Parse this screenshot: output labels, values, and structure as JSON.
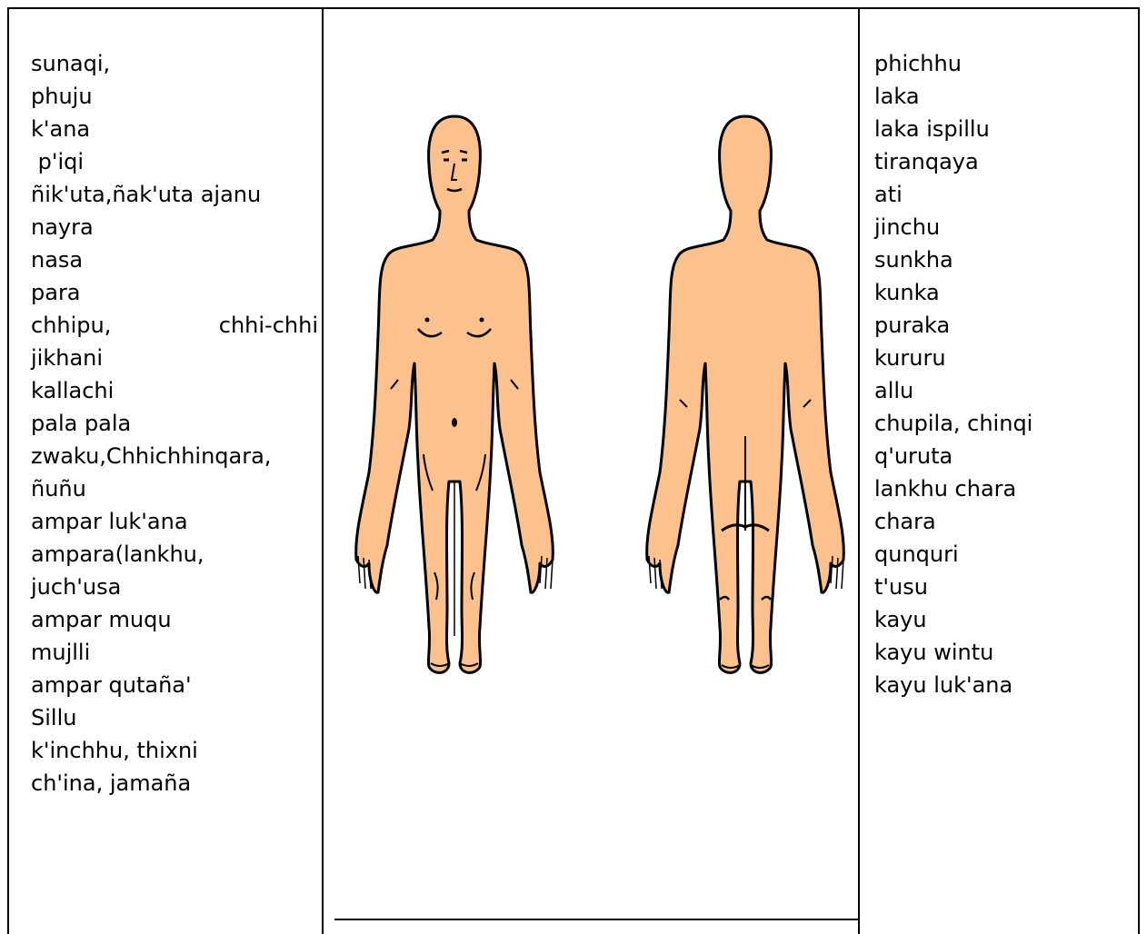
{
  "left_column": [
    "sunaqi,",
    "phuju",
    "k'ana",
    " p'iqi",
    "ñik'uta,ñak'uta ajanu",
    "nayra",
    "nasa",
    "para",
    [
      "chhipu,",
      "chhi-chhi"
    ],
    "jikhani",
    "kallachi",
    "pala pala",
    "zwaku,Chhichhinqara,",
    "ñuñu",
    "ampar luk'ana",
    "ampara(lankhu,",
    "juch'usa",
    "ampar muqu",
    "mujlli",
    "ampar qutaña'",
    "Sillu",
    "k'inchhu, thixni",
    "ch'ina, jamaña"
  ],
  "right_column": [
    "phichhu",
    "laka",
    "laka ispillu",
    "tiranqaya",
    "ati",
    "jinchu",
    "sunkha",
    "kunka",
    "puraka",
    "kururu",
    "allu",
    "chupila, chinqi",
    "q'uruta",
    "lankhu chara",
    "chara",
    "qunquri",
    "t'usu",
    "kayu",
    "kayu wintu",
    "kayu luk'ana"
  ],
  "figure": {
    "skin_color": "#FDC18E",
    "outline_color": "#000000",
    "views": [
      "front-body-icon",
      "back-body-icon"
    ]
  }
}
